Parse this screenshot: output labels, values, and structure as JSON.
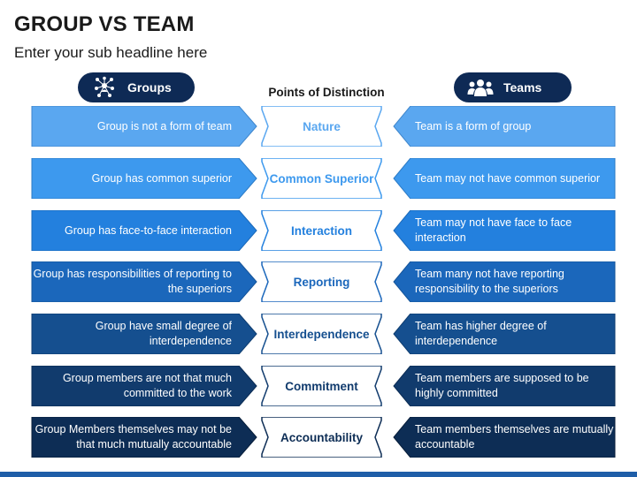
{
  "header": {
    "title": "GROUP VS TEAM",
    "subtitle": "Enter your sub headline here"
  },
  "left_pill": {
    "label": "Groups",
    "icon": "network-people-icon",
    "color": "#0e2a55"
  },
  "right_pill": {
    "label": "Teams",
    "icon": "team-people-icon",
    "color": "#0e2a55"
  },
  "center_heading": "Points of Distinction",
  "rows": [
    {
      "point": "Nature",
      "group": "Group is not a form of team",
      "team": "Team is a form of group",
      "color": "#5aa7f0",
      "stroke": "#3f86cc"
    },
    {
      "point": "Common Superior",
      "group": "Group has common superior",
      "team": "Team may not have common superior",
      "color": "#3d99ee",
      "stroke": "#2c7bc6"
    },
    {
      "point": "Interaction",
      "group": "Group has face-to-face interaction",
      "team": "Team may not have face to face interaction",
      "color": "#2380de",
      "stroke": "#1a68b8"
    },
    {
      "point": "Reporting",
      "group": "Group has responsibilities of reporting to the superiors",
      "team": "Team many not have reporting responsibility to the superiors",
      "color": "#1b67bb",
      "stroke": "#15549a"
    },
    {
      "point": "Interdependence",
      "group": "Group have small degree of interdependence",
      "team": "Team has higher degree of interdependence",
      "color": "#154f8f",
      "stroke": "#0f3d70"
    },
    {
      "point": "Commitment",
      "group": "Group members are not that much committed to the work",
      "team": "Team members are supposed to be highly committed",
      "color": "#113b6d",
      "stroke": "#0b2c54"
    },
    {
      "point": "Accountability",
      "group": "Group Members themselves may not be that much mutually accountable",
      "team": "Team members themselves are mutually accountable",
      "color": "#0d2d55",
      "stroke": "#081e3a"
    }
  ],
  "accent_bar_color": "#1f5ea8"
}
